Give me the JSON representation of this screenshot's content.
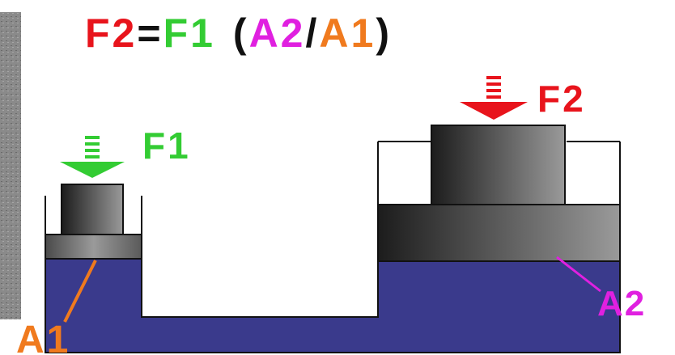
{
  "formula": {
    "f2": "F2",
    "equals": "=",
    "f1": "F1",
    "open_paren": "(",
    "a2": "A2",
    "slash": "/",
    "a1": "A1",
    "close_paren": ")"
  },
  "labels": {
    "force_small": "F1",
    "force_large": "F2",
    "area_small": "A1",
    "area_large": "A2"
  },
  "colors": {
    "f2": "#e8141c",
    "f1": "#33cc33",
    "a2": "#e020e0",
    "a1": "#f07a1e",
    "fluid": "#3a3a8c",
    "outline": "#111111"
  }
}
